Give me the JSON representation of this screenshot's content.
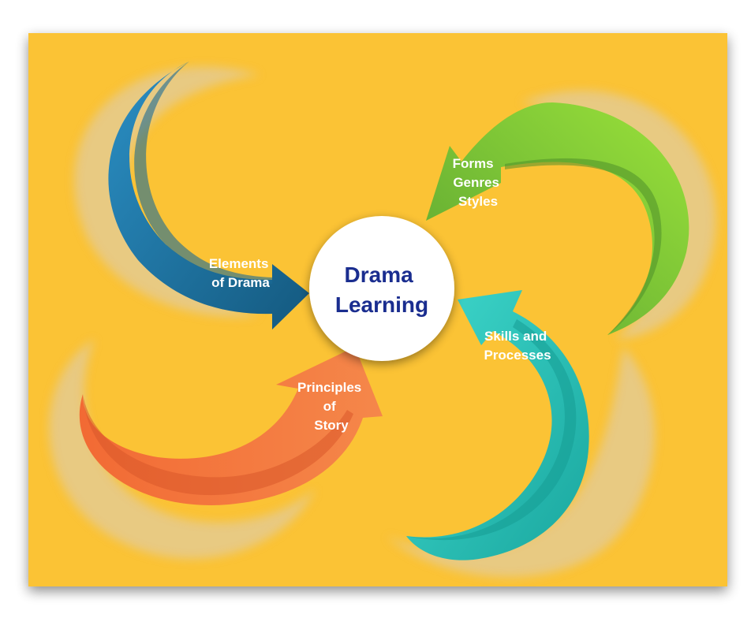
{
  "center": {
    "line1": "Drama",
    "line2": "Learning"
  },
  "arrows": {
    "elements": {
      "line1": "Elements",
      "line2": "of Drama",
      "color": "#1f78a8"
    },
    "forms": {
      "line1": "Forms",
      "line2": "Genres",
      "line3": "Styles",
      "color": "#7ac23a"
    },
    "skills": {
      "line1": "Skills and",
      "line2": "Processes",
      "color": "#27c4bb"
    },
    "principles": {
      "line1": "Principles",
      "line2": "of",
      "line3": "Story",
      "color": "#f0743a"
    }
  },
  "colors": {
    "background": "#fbc336",
    "center_fill": "#ffffff",
    "center_text": "#1a2d8f"
  }
}
